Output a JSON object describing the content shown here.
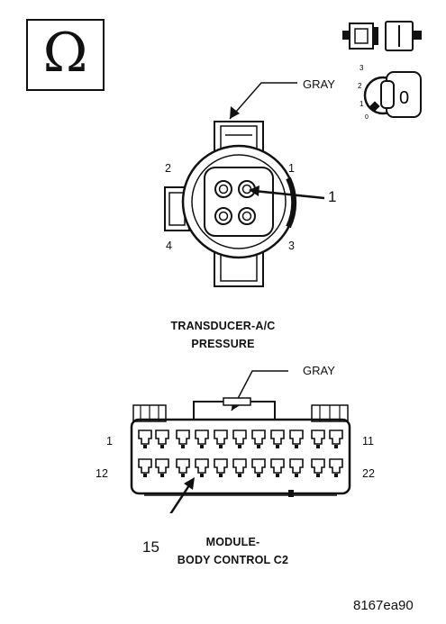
{
  "meter_symbol": "Ω",
  "ignition_key_positions": [
    "3",
    "2",
    "1",
    "0"
  ],
  "ignition_key_face": "0",
  "transducer": {
    "wire_color_label": "GRAY",
    "pin_labels": [
      "1",
      "2",
      "3",
      "4"
    ],
    "callout": "1",
    "title_line1": "TRANSDUCER-A/C",
    "title_line2": "PRESSURE"
  },
  "module": {
    "wire_color_label": "GRAY",
    "row1_left": "1",
    "row1_right": "11",
    "row2_left": "12",
    "row2_right": "22",
    "callout": "15",
    "title_line1": "MODULE-",
    "title_line2": "BODY CONTROL C2"
  },
  "figure_id": "8167ea90",
  "colors": {
    "ink": "#111111",
    "background": "#ffffff"
  }
}
